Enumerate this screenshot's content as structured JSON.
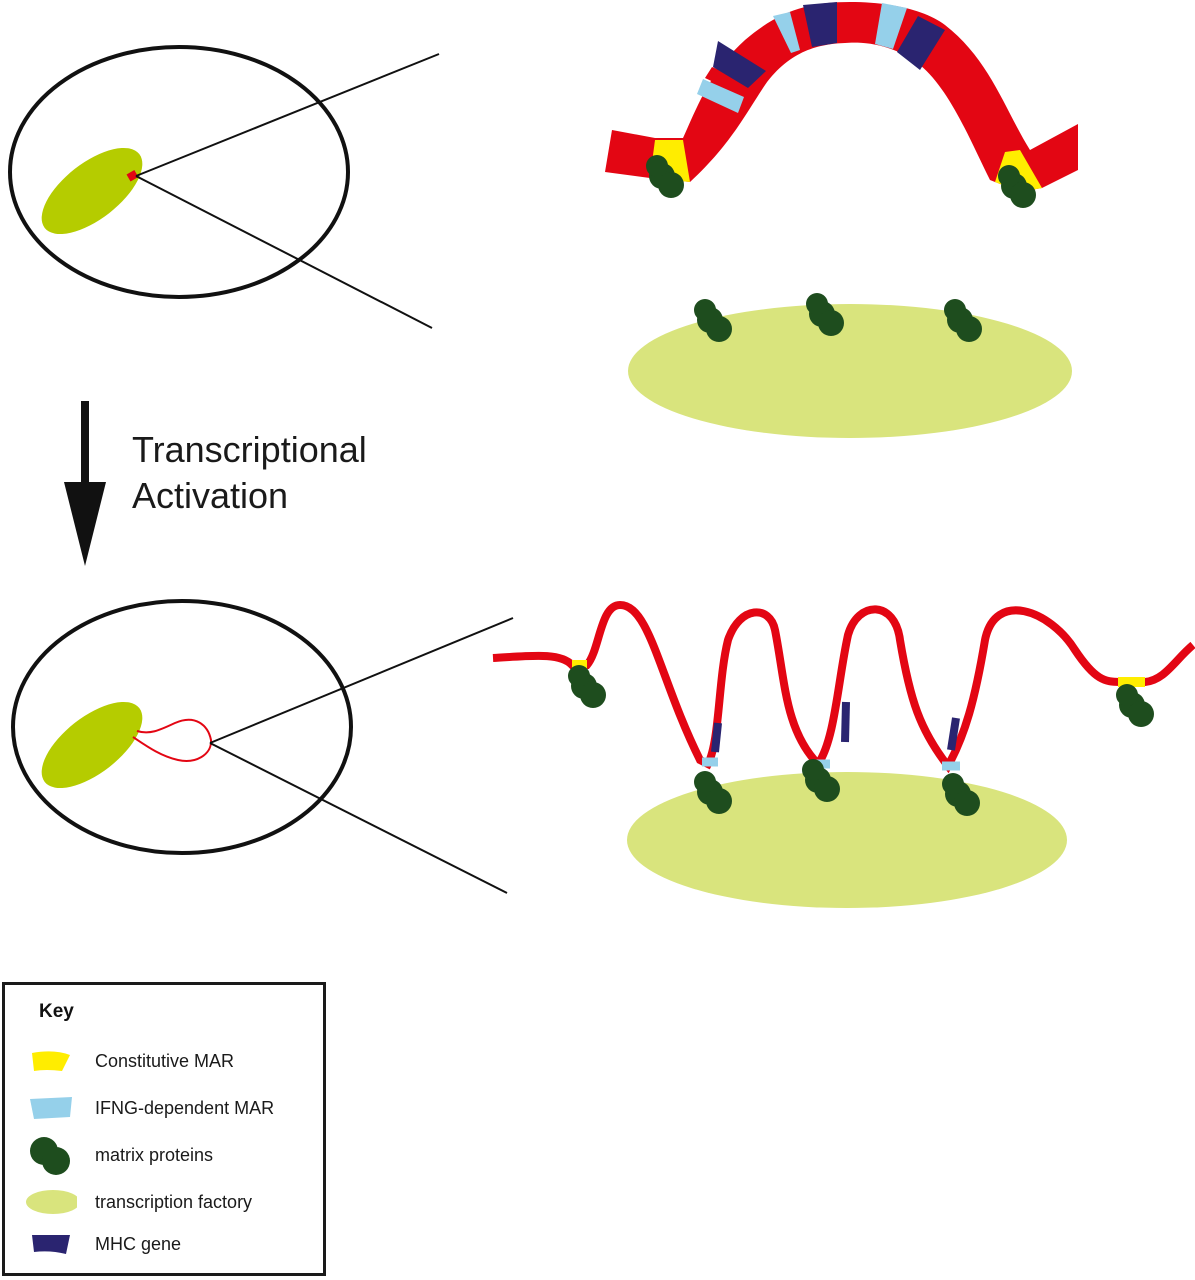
{
  "colors": {
    "chromatin": "#e30613",
    "constitutive_mar": "#ffed00",
    "ifng_mar": "#95d0ea",
    "matrix_protein": "#1e4d1e",
    "transcription_factory": "#d9e47d",
    "nucleus_factory": "#b5cc00",
    "mhc_gene": "#2a2470",
    "outline": "#111111"
  },
  "label": {
    "line1": "Transcriptional",
    "line2": "Activation"
  },
  "key": {
    "title": "Key",
    "items": [
      {
        "id": "constitutive-mar",
        "label": "Constitutive MAR"
      },
      {
        "id": "ifng-dependent-mar",
        "label": "IFNG-dependent MAR"
      },
      {
        "id": "matrix-proteins",
        "label": "matrix proteins"
      },
      {
        "id": "transcription-factory",
        "label": "transcription factory"
      },
      {
        "id": "mhc-gene",
        "label": "MHC gene"
      }
    ]
  },
  "panels": {
    "before": {
      "state": "inactive",
      "matrix_protein_count_on_factory": 3,
      "anchored_mars": 2
    },
    "after": {
      "state": "transcriptionally active",
      "matrix_protein_count_on_factory": 3,
      "loops": 3,
      "anchored_mars": 5
    }
  }
}
